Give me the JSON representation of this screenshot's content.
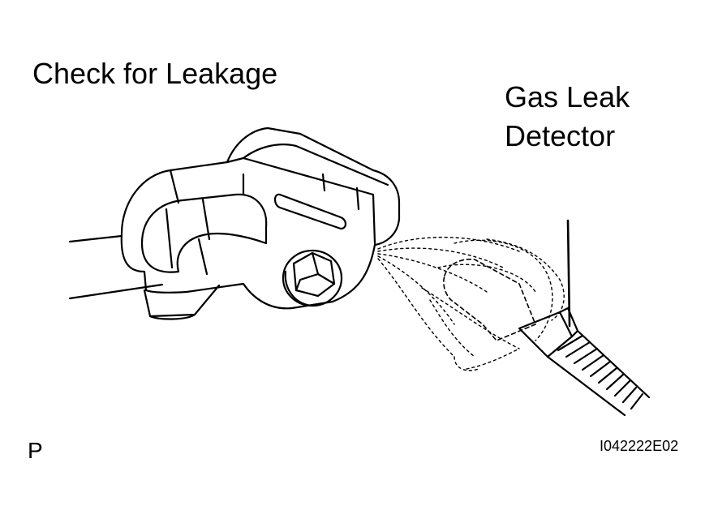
{
  "diagram": {
    "title": "Check for Leakage",
    "callout": {
      "line1": "Gas Leak",
      "line2": "Detector"
    },
    "corner_mark": "P",
    "figure_code": "I042222E02"
  },
  "colors": {
    "ink": "#000000",
    "paper": "#ffffff"
  }
}
